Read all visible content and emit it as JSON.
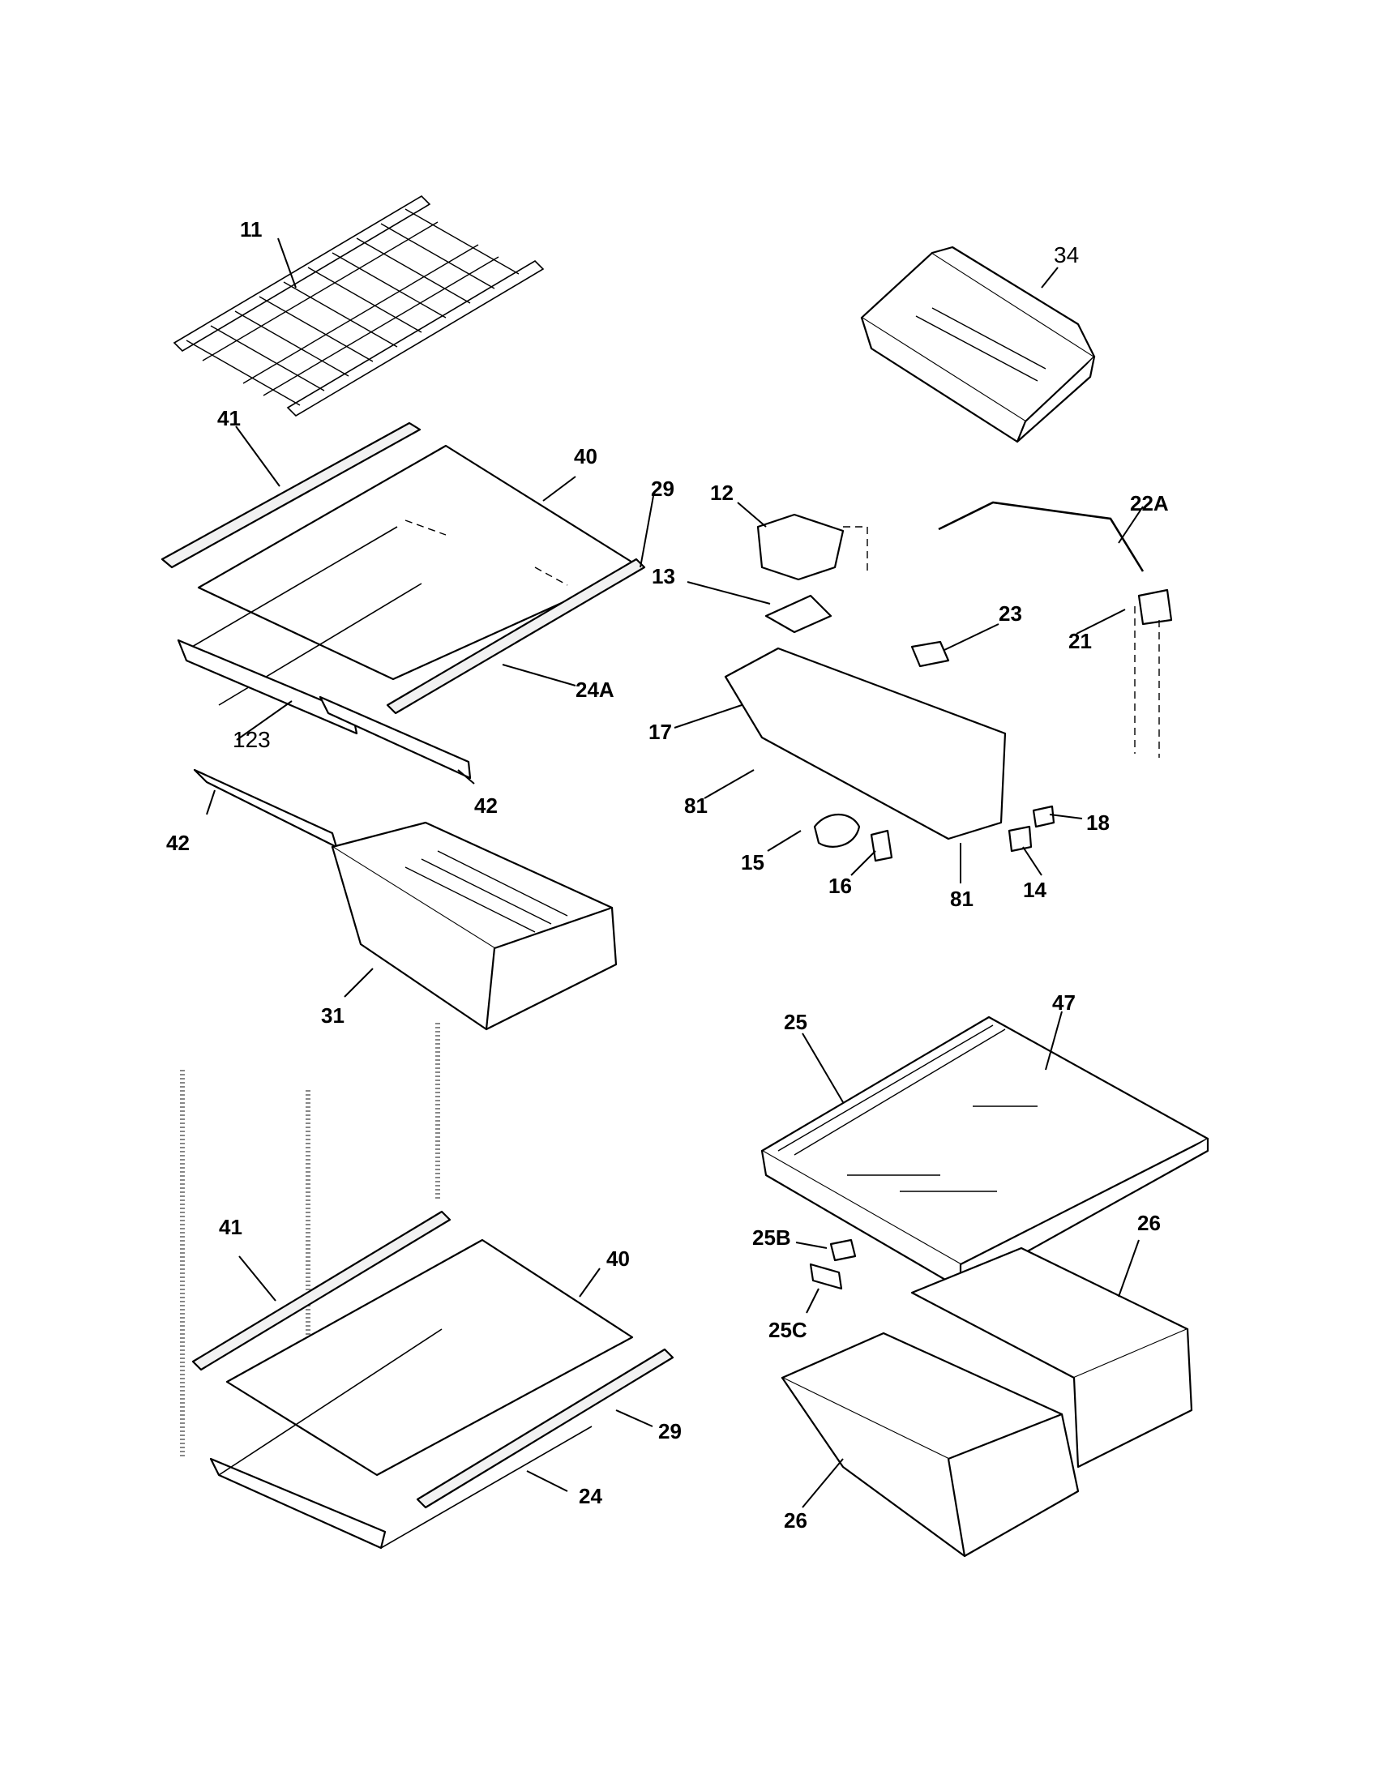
{
  "callouts": {
    "c11": "11",
    "c34": "34",
    "c41_top": "41",
    "c40_top": "40",
    "c29_top": "29",
    "c12": "12",
    "c22A": "22A",
    "c13": "13",
    "c23": "23",
    "c21": "21",
    "c24A": "24A",
    "c17": "17",
    "c123": "123",
    "c42_right": "42",
    "c81_left": "81",
    "c18": "18",
    "c42_left": "42",
    "c15": "15",
    "c16": "16",
    "c81_bottom": "81",
    "c14": "14",
    "c31": "31",
    "c25": "25",
    "c47": "47",
    "c41_bottom": "41",
    "c26_right": "26",
    "c25B": "25B",
    "c40_bottom": "40",
    "c25C": "25C",
    "c29_bottom": "29",
    "c24": "24",
    "c26_left": "26"
  }
}
